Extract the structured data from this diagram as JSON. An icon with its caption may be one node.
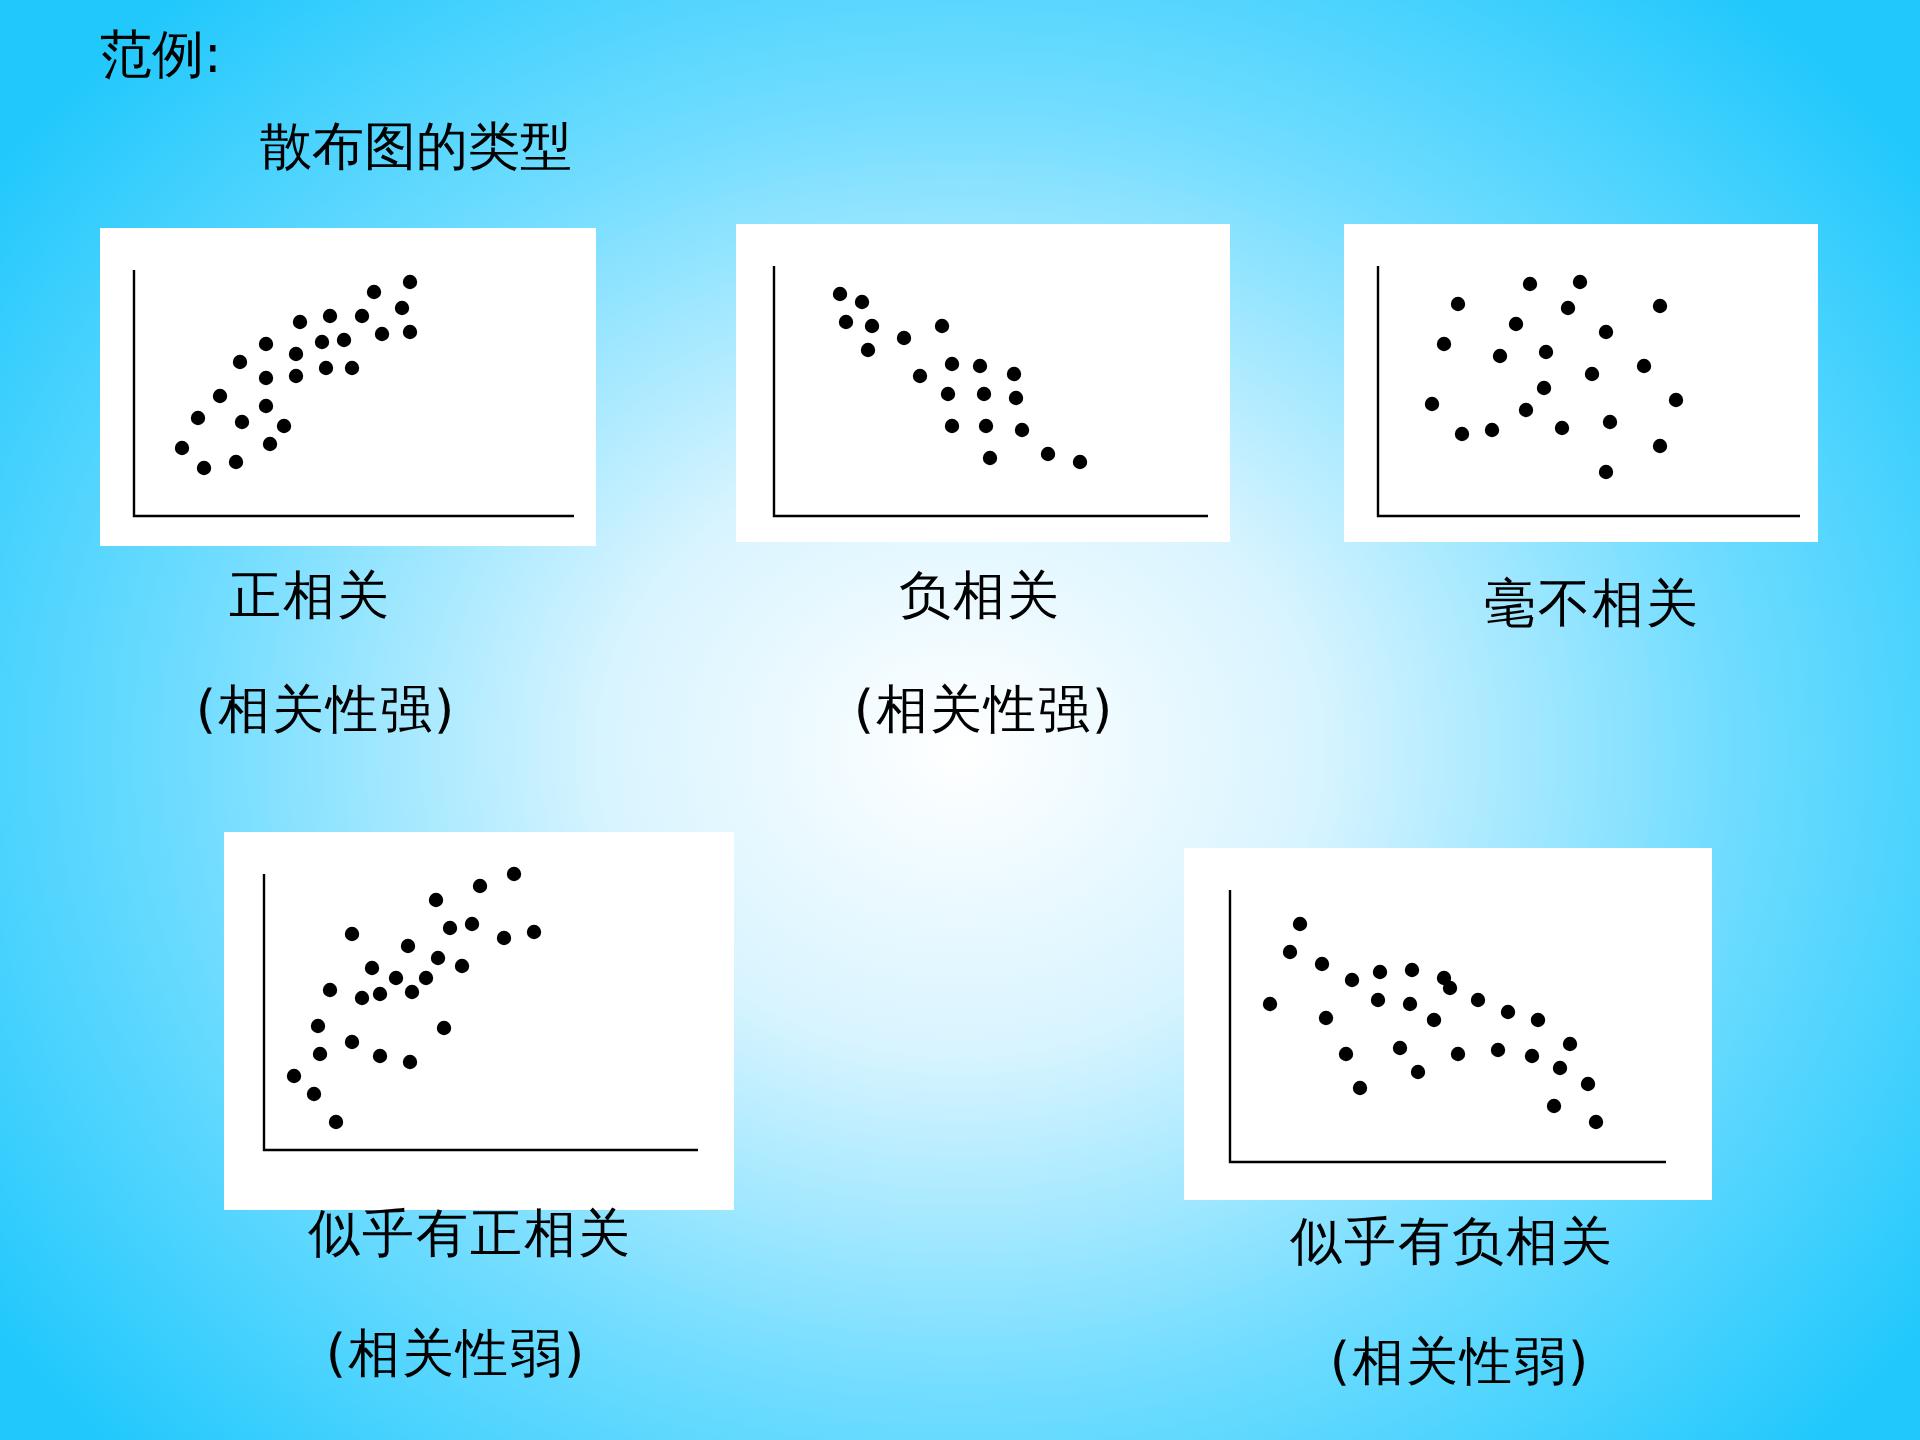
{
  "diagram": {
    "title": "范例:",
    "nodes": [
      {
        "text": [
          "正相关",
          "(相关性强)"
        ]
      },
      {
        "text": [
          "负相关",
          "(相关性强)"
        ]
      },
      {
        "text": [
          "毫不相关"
        ]
      },
      {
        "text": [
          "似乎有正相关",
          "(相关性弱)"
        ]
      },
      {
        "text": [
          "似乎有负相关",
          "(相关性弱)"
        ]
      }
    ],
    "labels": [
      "散布图的类型"
    ]
  }
}
